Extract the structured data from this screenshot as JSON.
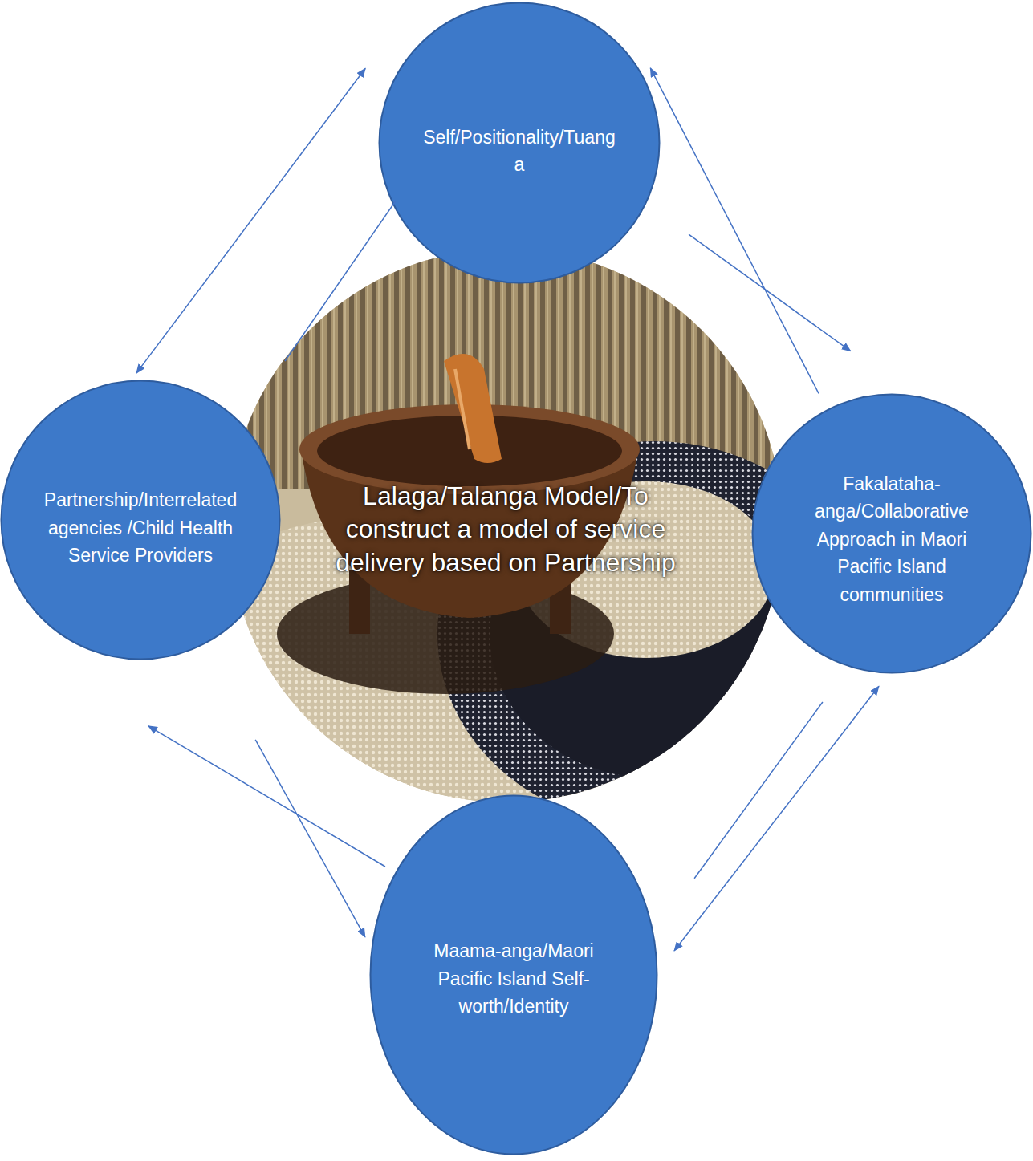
{
  "diagram": {
    "nodes": [
      {
        "text": [
          "Self/Positionality/Tuanga"
        ]
      },
      {
        "text": [
          "Partnership/Interrelated agencies /Child Health Service Providers"
        ]
      },
      {
        "text": [
          "Lalaga/Talanga Model/To construct a model of service delivery based on Partnership"
        ]
      },
      {
        "text": [
          "Fakalataha-anga/Collaborative Approach in Maori Pacific Island communities"
        ]
      },
      {
        "text": [
          "Maama-anga/Maori Pacific Island Self-worth/Identity"
        ]
      }
    ],
    "edges": [
      {
        "from": 0,
        "to": 1,
        "arrow": "both"
      },
      {
        "from": 3,
        "to": 0,
        "arrow": "to"
      },
      {
        "from": 0,
        "to": 3,
        "arrow": "to"
      },
      {
        "from": 4,
        "to": 1,
        "arrow": "to"
      },
      {
        "from": 1,
        "to": 4,
        "arrow": "to"
      },
      {
        "from": 3,
        "to": 4,
        "arrow": "both"
      },
      {
        "from": 4,
        "to": 3,
        "arrow": "none"
      },
      {
        "from": 0,
        "to": 2,
        "arrow": "none"
      }
    ]
  }
}
